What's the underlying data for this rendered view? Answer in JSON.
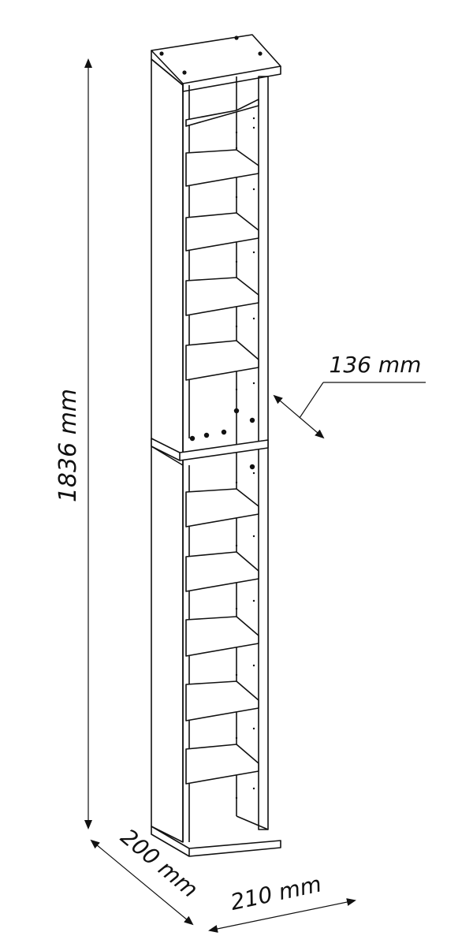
{
  "dimensions": {
    "height_label": "1836 mm",
    "depth_label": "200 mm",
    "width_label": "210 mm",
    "inner_depth_label": "136 mm"
  },
  "colors": {
    "line": "#111111",
    "background": "#ffffff"
  }
}
